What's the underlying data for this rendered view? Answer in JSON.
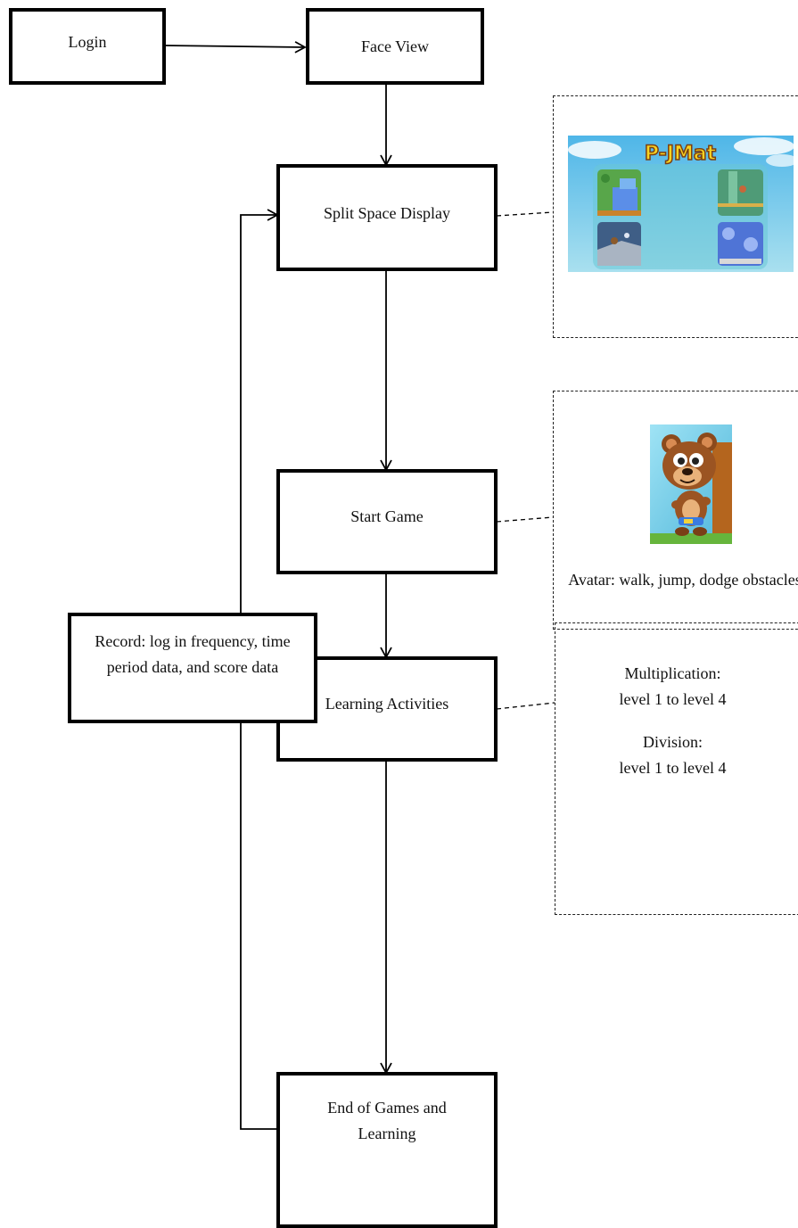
{
  "nodes": {
    "login": "Login",
    "face_view": "Face View",
    "split_space": "Split Space Display",
    "start_game": "Start Game",
    "learning": "Learning Activities",
    "end": "End of Games and Learning",
    "record": "Record: log in frequency, time period data, and score data"
  },
  "panels": {
    "game_title": "P-JMat",
    "avatar_caption": "Avatar: walk, jump, dodge obstacles",
    "multiplication_title": "Multiplication:",
    "multiplication_levels": "level 1 to level 4",
    "division_title": "Division:",
    "division_levels": "level 1 to level 4"
  }
}
